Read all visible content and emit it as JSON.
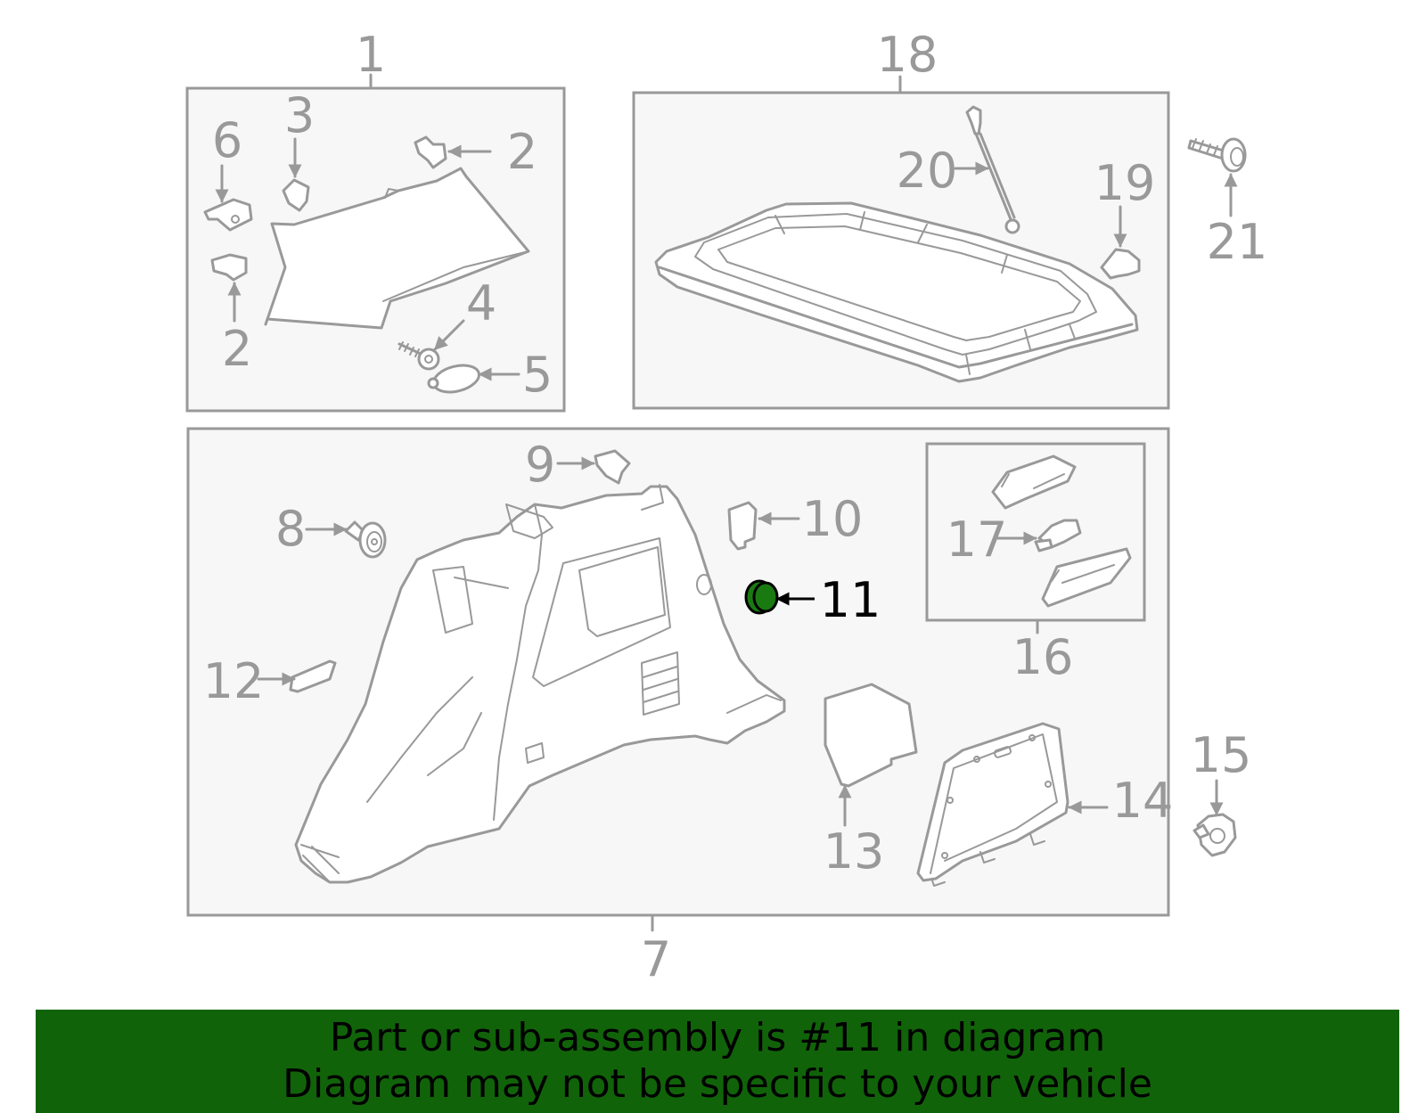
{
  "colors": {
    "highlight": "#1a7a12",
    "banner_bg": "#116309",
    "line": "#999999",
    "box_fill": "#f7f7f7",
    "banner_text": "#000000"
  },
  "labels": {
    "l1": "1",
    "l2a": "2",
    "l2b": "2",
    "l3": "3",
    "l4": "4",
    "l5": "5",
    "l6": "6",
    "l7": "7",
    "l8": "8",
    "l9": "9",
    "l10": "10",
    "l11": "11",
    "l12": "12",
    "l13": "13",
    "l14": "14",
    "l15": "15",
    "l16": "16",
    "l17": "17",
    "l18": "18",
    "l19": "19",
    "l20": "20",
    "l21": "21"
  },
  "highlighted_part": "11",
  "banner": {
    "line1": "Part or sub-assembly is #11 in diagram",
    "line2": "Diagram may not be specific to your vehicle"
  }
}
